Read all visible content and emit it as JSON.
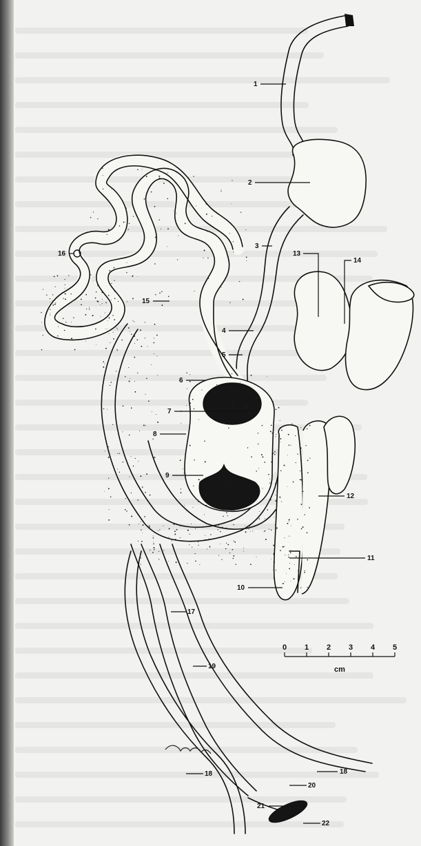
{
  "labels": [
    {
      "id": "1",
      "text": "1"
    },
    {
      "id": "2",
      "text": "2"
    },
    {
      "id": "3",
      "text": "3"
    },
    {
      "id": "4",
      "text": "4"
    },
    {
      "id": "5",
      "text": "5"
    },
    {
      "id": "6",
      "text": "6"
    },
    {
      "id": "7",
      "text": "7"
    },
    {
      "id": "8",
      "text": "8"
    },
    {
      "id": "9",
      "text": "9"
    },
    {
      "id": "10",
      "text": "10"
    },
    {
      "id": "11",
      "text": "11"
    },
    {
      "id": "12",
      "text": "12"
    },
    {
      "id": "13",
      "text": "13"
    },
    {
      "id": "14",
      "text": "14"
    },
    {
      "id": "15",
      "text": "15"
    },
    {
      "id": "16",
      "text": "16"
    },
    {
      "id": "17",
      "text": "17"
    },
    {
      "id": "18a",
      "text": "18"
    },
    {
      "id": "18b",
      "text": "18"
    },
    {
      "id": "19",
      "text": "19"
    },
    {
      "id": "20",
      "text": "20"
    },
    {
      "id": "21",
      "text": "21"
    },
    {
      "id": "22",
      "text": "22"
    }
  ],
  "scale_bar": {
    "ticks": [
      "0",
      "1",
      "2",
      "3",
      "4",
      "5"
    ],
    "unit": "cm"
  }
}
